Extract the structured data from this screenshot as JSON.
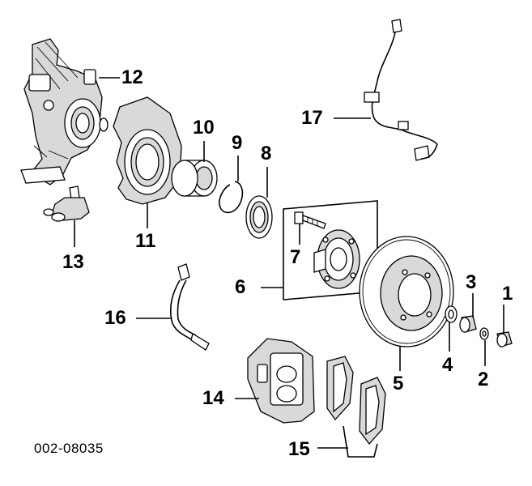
{
  "diagram": {
    "code": "002-08035",
    "callouts": {
      "c1": "1",
      "c2": "2",
      "c3": "3",
      "c4": "4",
      "c5": "5",
      "c6": "6",
      "c7": "7",
      "c8": "8",
      "c9": "9",
      "c10": "10",
      "c11": "11",
      "c12": "12",
      "c13": "13",
      "c14": "14",
      "c15": "15",
      "c16": "16",
      "c17": "17"
    }
  }
}
